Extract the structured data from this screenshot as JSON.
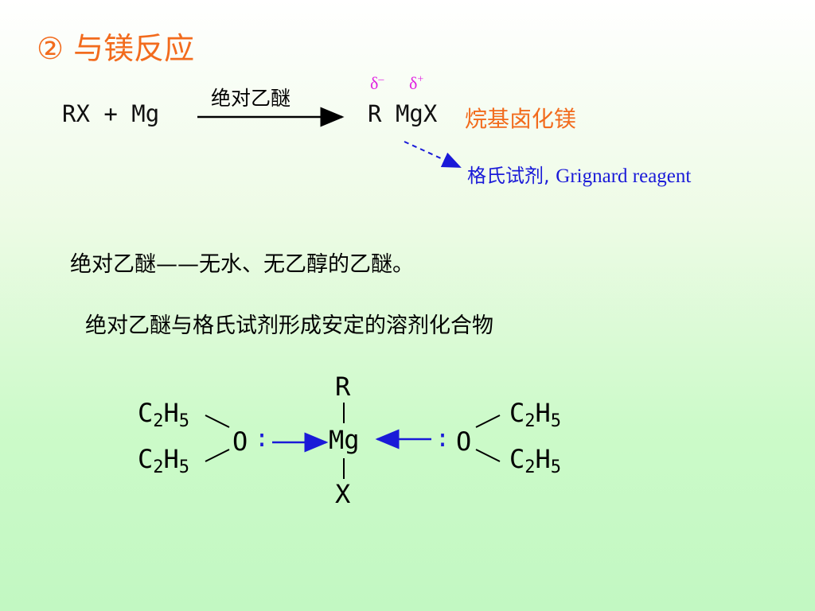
{
  "slide": {
    "title": "② 与镁反应",
    "equation": {
      "left": "RX + Mg",
      "condition": "绝对乙醚",
      "product_R": "R",
      "product_MgX": "MgX",
      "delta_minus": "δ",
      "delta_minus_sign": "–",
      "delta_plus": "δ",
      "delta_plus_sign": "+",
      "product_name": "烷基卤化镁",
      "reagent_zh": "格氏试剂,",
      "reagent_en": "Grignard reagent"
    },
    "line1": "绝对乙醚——无水、无乙醇的乙醚。",
    "line2": "绝对乙醚与格氏试剂形成安定的溶剂化合物",
    "structure": {
      "R": "R",
      "Mg": "Mg",
      "X": "X",
      "O_left": "O",
      "O_right": "O",
      "colon": ":",
      "C": "C",
      "H": "H",
      "sub2": "2",
      "sub5": "5"
    },
    "colors": {
      "orange": "#f26b1d",
      "magenta": "#e020e0",
      "blue": "#1a1ad8"
    }
  }
}
